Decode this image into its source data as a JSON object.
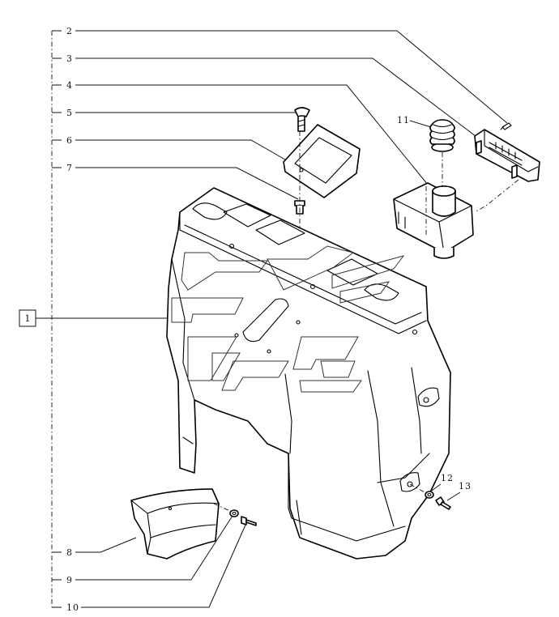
{
  "callouts": [
    {
      "id": "2",
      "text": "2"
    },
    {
      "id": "3",
      "text": "3"
    },
    {
      "id": "4",
      "text": "4"
    },
    {
      "id": "5",
      "text": "5"
    },
    {
      "id": "6",
      "text": "6"
    },
    {
      "id": "7",
      "text": "7"
    },
    {
      "id": "8",
      "text": "8"
    },
    {
      "id": "9",
      "text": "9"
    },
    {
      "id": "10",
      "text": "10"
    },
    {
      "id": "11",
      "text": "11"
    },
    {
      "id": "12",
      "text": "12"
    },
    {
      "id": "13",
      "text": "13"
    }
  ],
  "assembly_box": {
    "text": "1"
  }
}
